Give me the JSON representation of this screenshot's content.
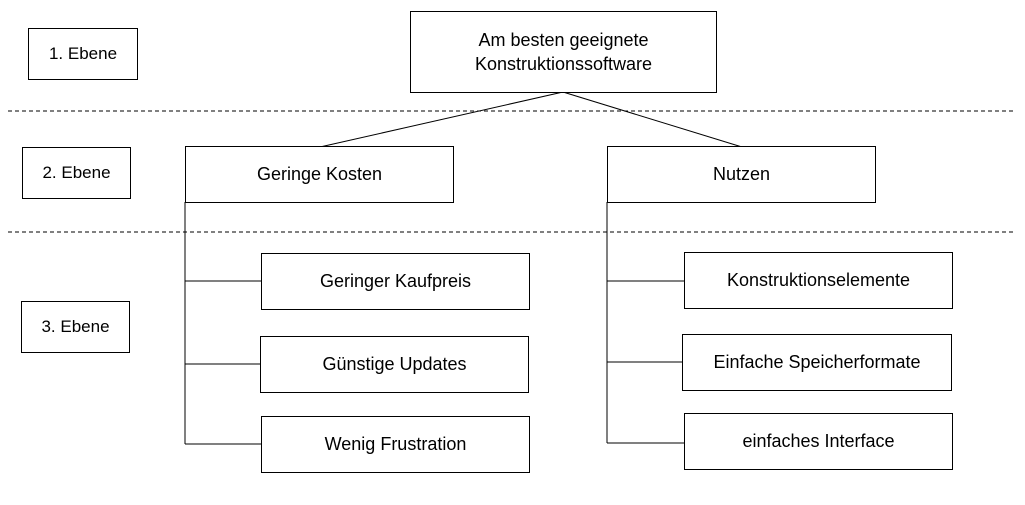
{
  "levels": [
    {
      "label": "1. Ebene"
    },
    {
      "label": "2. Ebene"
    },
    {
      "label": "3. Ebene"
    }
  ],
  "root": {
    "line1": "Am besten geeignete",
    "line2": "Konstruktionssoftware"
  },
  "branches": [
    {
      "label": "Geringe Kosten",
      "children": [
        "Geringer Kaufpreis",
        "Günstige Updates",
        "Wenig Frustration"
      ]
    },
    {
      "label": "Nutzen",
      "children": [
        "Konstruktionselemente",
        "Einfache Speicherformate",
        "einfaches Interface"
      ]
    }
  ],
  "line_color": "#000000"
}
